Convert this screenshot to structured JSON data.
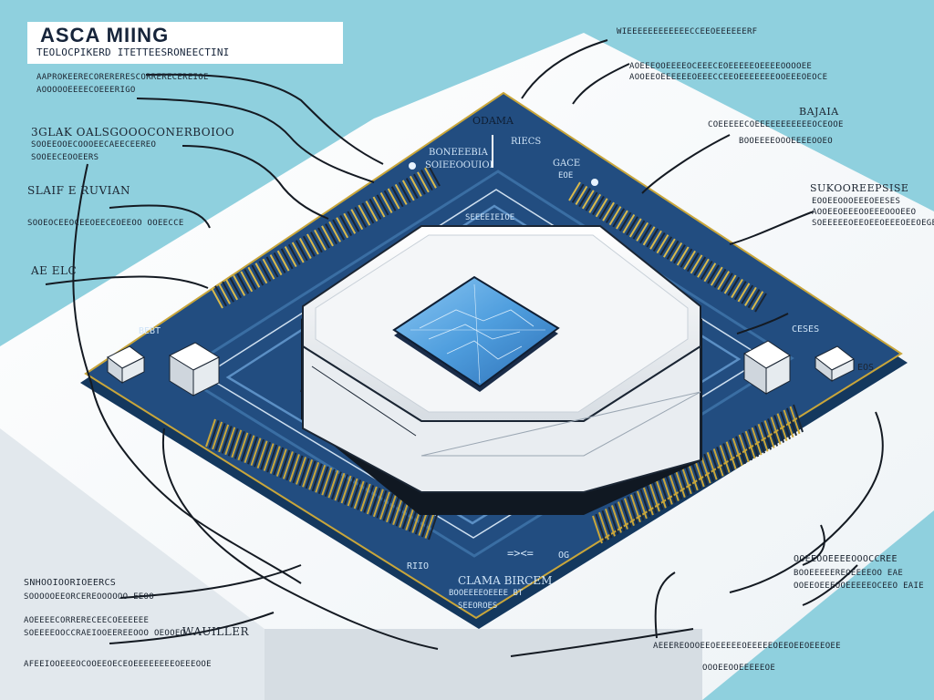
{
  "header": {
    "title": "ASCA MIING",
    "subtitle": "TEOLOCPIKERD ITETTEESRONEECTINI"
  },
  "left_labels": [
    "AAPROKEERECORERERESCORRERECEREIOE",
    "AOOOOOEEEECOEEERIGO",
    "3GLAK OALSGOOOCONERBOIOO",
    "SOOEEOOECOOOEECAEECEEREO",
    "SOOEECEOOEERS",
    "SLAIF E RUVIAN",
    "SOOEOCEEOCEEOEECEOEEOO OOEECCE",
    "AE ELC",
    "SNHOOIOORIOEERCS",
    "SOOOOOEEORCEREOOOOOO EEOO",
    "AOEEEECORRERECEECOEEEEEE",
    "SOEEEEOOCCRAEIOOEEREEOOO  OEOOEO",
    "WAUILLER",
    "AFEEIOOEEEOCOOEEOECEOEEEEEEEEOEEEOOE"
  ],
  "right_labels": [
    "WIEEEEEEEEEEEECCEEOEEEEEERF",
    "AOEEEOOEEEEOCEEECEOEEEEEOEEEEOOOOEE",
    "AOOEEOEEEEEEOEEECCEEOEEEEEEEOOEEEOEOCE",
    "BAJAIA",
    "COEEEEECOEEEEEEEEEEEOCEOOE",
    "BOOEEEEOOOEEEEOOEO",
    "SUKOOREEPSISE",
    "EOOEEOOOEEEOEESES",
    "AOOEEOEEEOOEEEOOOEEO",
    "SOEEEEEOEEOEEOEEEOEEOEGE",
    "OOEEOOEEEEOOOCCREE",
    "BOOEEEEEREOEEEEOO EAE",
    "OOEEOEEEOOEEEEEOCEEO EAIE",
    "AEEEREOOOEEOEEEEEOEEEEEOEEOEEOEEEOEE",
    "OOOEEOOEEEEEOE"
  ],
  "chip_labels": {
    "top": "ODAMA",
    "top_right": "RIECS",
    "left_a": "BONEEEBIA",
    "left_b": "SOIEEOOUIOI",
    "right": "GACE",
    "right_b": "EOE",
    "ring": "SEEEEIEIOE",
    "left_mid": "BEBT",
    "right_mid": "CESES",
    "right_edge": "EOS",
    "bottom_a": "RIIO",
    "bottom_b": "OG",
    "bottom_symbol": "=><=",
    "bottom_main": "CLAMA BIRCEM",
    "bottom_sub": "BOOEEEEOEEEE BT",
    "bottom_sub2": "SEEOROES"
  },
  "colors": {
    "background": "#8fd0de",
    "platform": "#ffffff",
    "board": "#224d80",
    "board_dark": "#173a63",
    "pins_gold": "#c9a63a",
    "die": "#4d97d8",
    "line": "#141a22"
  }
}
